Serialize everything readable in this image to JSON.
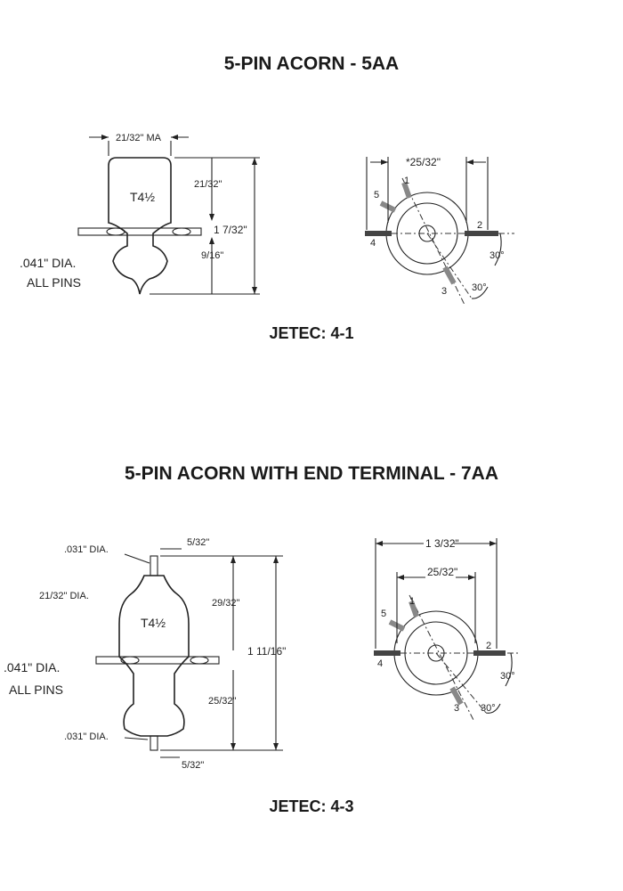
{
  "sections": [
    {
      "title": "5-PIN ACORN - 5AA",
      "jetec": "JETEC: 4-1",
      "side": {
        "bulb": "T4½",
        "max_diameter": "21/32\" MA",
        "upper_height": "21/32\"",
        "overall_height": "1 7/32\"",
        "lower_height": "9/16\"",
        "pin_dia": ".041\" DIA.",
        "all_pins": "ALL PINS"
      },
      "bottom": {
        "span": "*25/32\"",
        "pins": [
          "1",
          "2",
          "3",
          "4",
          "5"
        ],
        "angle1": "30°",
        "angle2": "30°"
      }
    },
    {
      "title": "5-PIN ACORN WITH END TERMINAL - 7AA",
      "jetec": "JETEC: 4-3",
      "side": {
        "bulb": "T4½",
        "top_terminal_dia": ".031\" DIA.",
        "top_terminal_len": "5/32\"",
        "diameter": "21/32\" DIA.",
        "upper_height": "29/32\"",
        "overall_height": "1 11/16\"",
        "lower_height": "25/32\"",
        "pin_dia": ".041\" DIA.",
        "all_pins": "ALL PINS",
        "bottom_terminal_dia": ".031\" DIA.",
        "bottom_terminal_len": "5/32\""
      },
      "bottom": {
        "outer_span": "1 3/32\"",
        "inner_span": "25/32\"",
        "pins": [
          "1",
          "2",
          "3",
          "4",
          "5"
        ],
        "angle1": "30°",
        "angle2": "30°"
      }
    }
  ]
}
